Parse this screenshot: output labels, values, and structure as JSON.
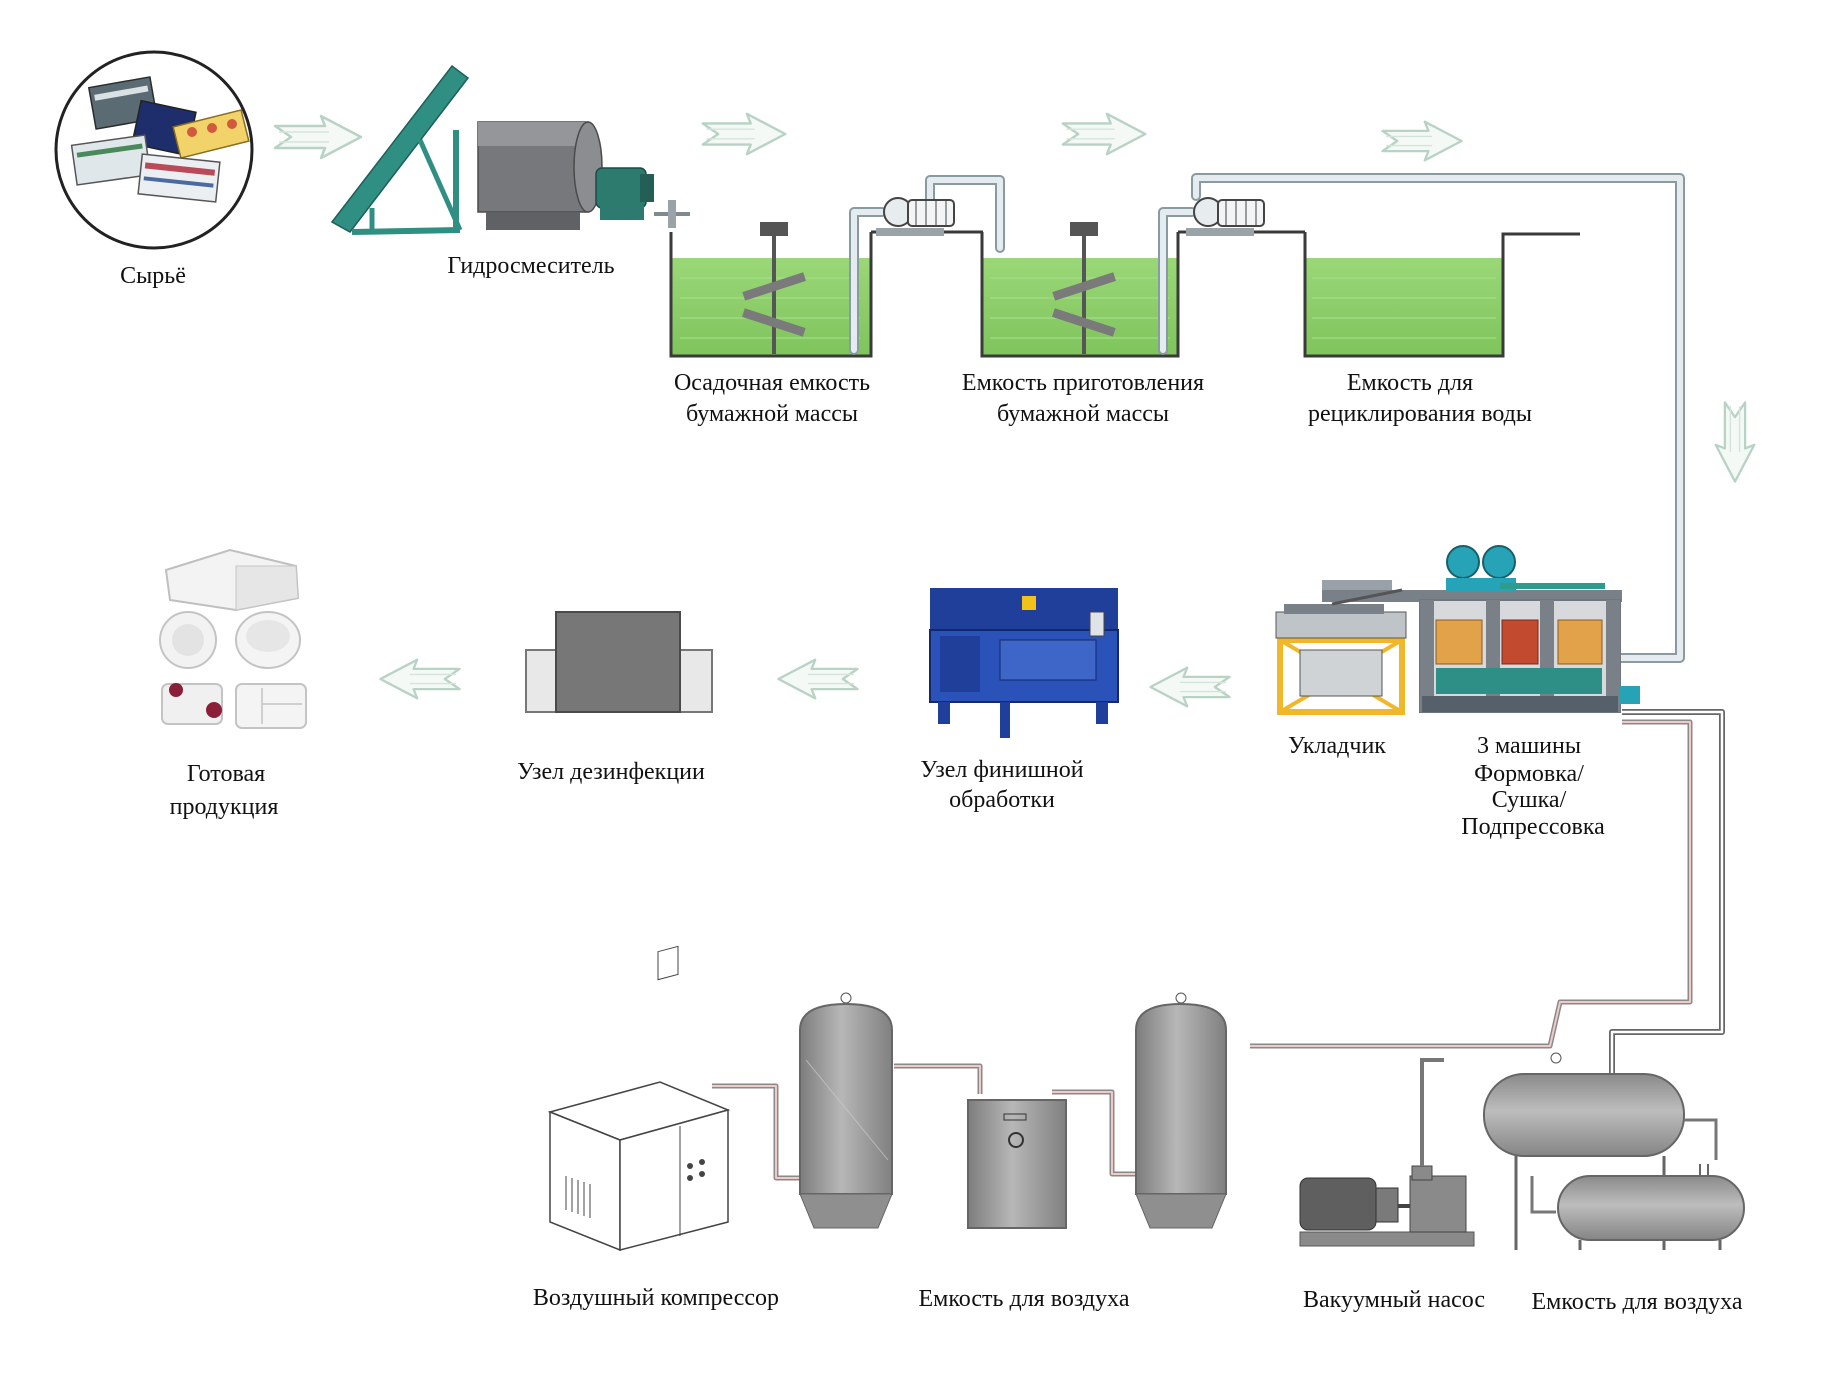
{
  "labels": {
    "raw": "Сырьё",
    "hydromixer": "Гидросмеситель",
    "settling_1": "Осадочная емкость",
    "settling_2": "бумажной массы",
    "prep_1": "Емкость приготовления",
    "prep_2": "бумажной массы",
    "recycle_1": "Емкость для",
    "recycle_2": "рециклирования воды",
    "stacker": "Укладчик",
    "machines_1": "3 машины",
    "machines_2": "Формовка/",
    "machines_3": "Сушка/",
    "machines_4": "Подпрессовка",
    "finishing_1": "Узел финишной",
    "finishing_2": "обработки",
    "disinfection": "Узел дезинфекции",
    "product_1": "Готовая",
    "product_2": "продукция",
    "compressor": "Воздушный компрессор",
    "air_tank_1": "Емкость для воздуха",
    "vacuum_pump": "Вакуумный насос",
    "air_tank_2": "Емкость для воздуха"
  },
  "colors": {
    "water": "#8ed16a",
    "conveyor": "#2f8f82",
    "pump": "#2d7a6e",
    "machine_blue": "#1f3f9a",
    "frame_yellow": "#f0b72b",
    "flow_arrow": "#b9d2c6",
    "air_line": "#f0c9c9"
  }
}
